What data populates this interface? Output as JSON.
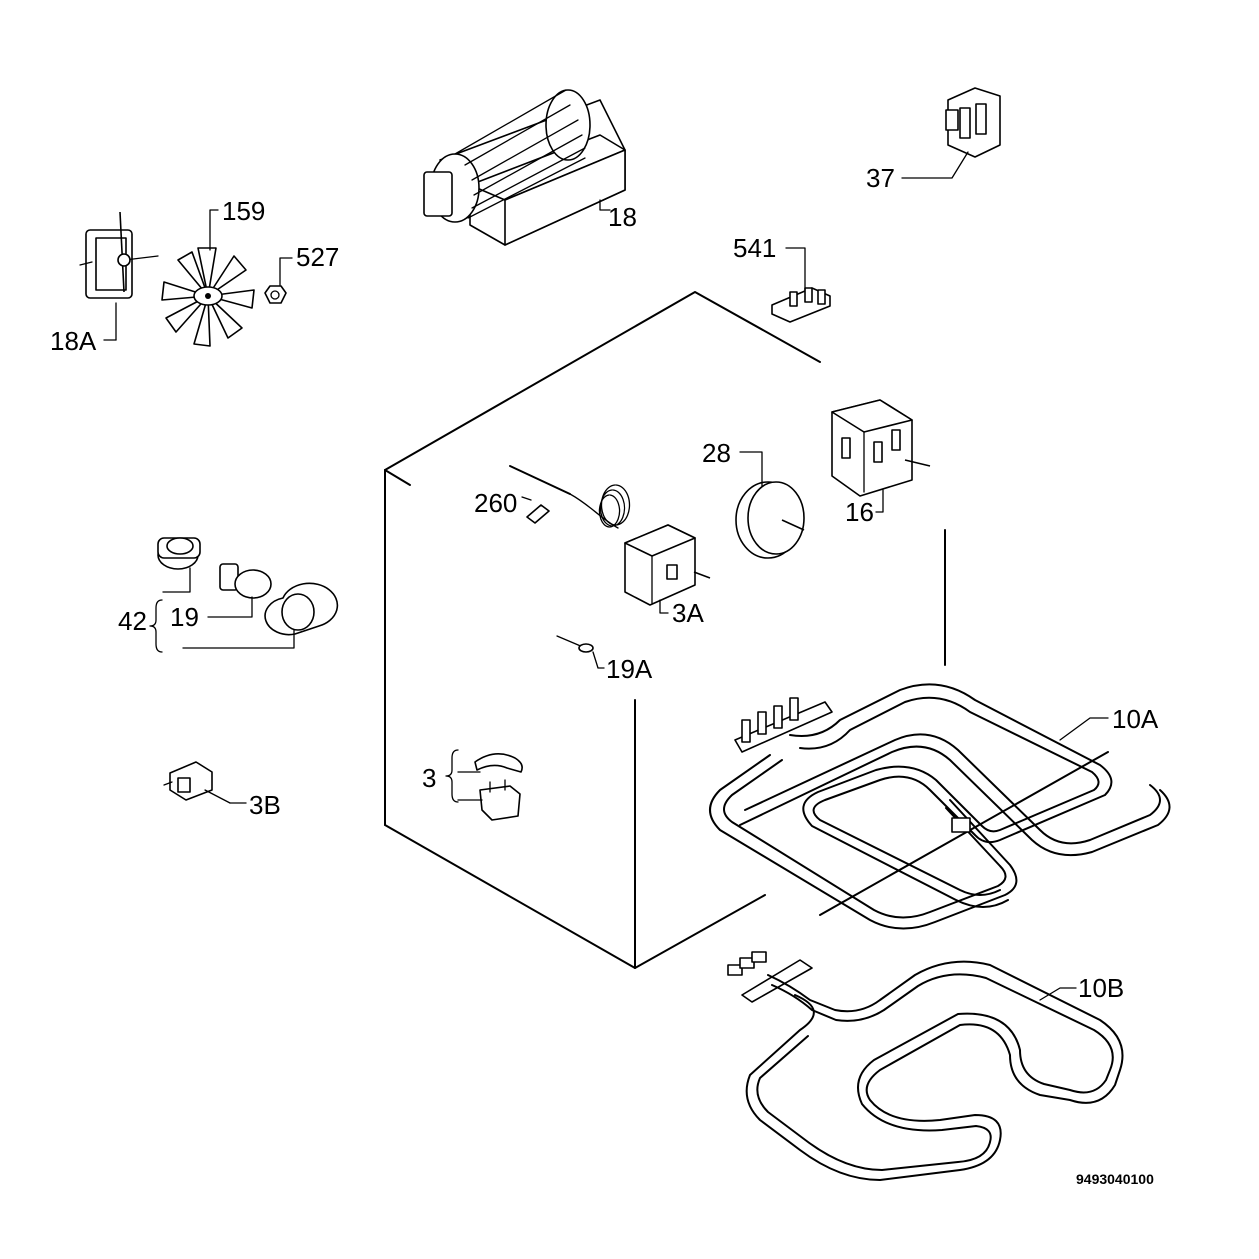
{
  "diagram_code": "9493040100",
  "callouts": {
    "fan_motor": "18",
    "fan_motor_small": "18A",
    "fan_blade": "159",
    "nut": "527",
    "connector_37": "37",
    "connector_541": "541",
    "probe_260": "260",
    "regulator": "28",
    "selector_switch": "16",
    "thermostat": "3A",
    "lamp_group": "42",
    "lamp_bulb": "19",
    "sensor_wire": "19A",
    "heater_upper": "10A",
    "heater_lower": "10B",
    "clip_set": "3",
    "safety_thermostat": "3B"
  }
}
